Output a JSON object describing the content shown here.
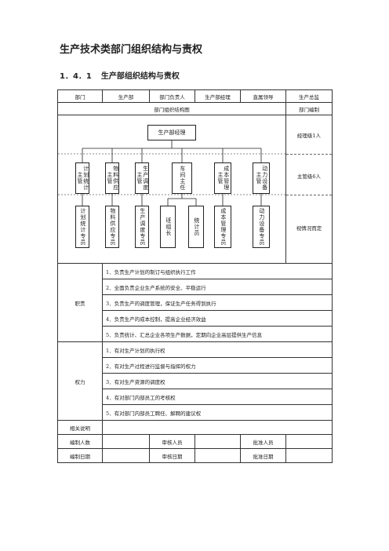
{
  "title": "生产技术类部门组织结构与责权",
  "section": {
    "number": "1．4．1",
    "label": "生产部组织结构与责权"
  },
  "header": {
    "dept_label": "部门",
    "dept_value": "生产部",
    "head_label": "部门负责人",
    "head_value": "生产部经理",
    "lead_label": "直属领导",
    "lead_value": "生产总监"
  },
  "chart_header": {
    "left": "部门组织结构图",
    "right": "部门编制"
  },
  "org": {
    "root": "生产部经理",
    "level2": [
      "计划统计主管",
      "物料供应主管",
      "生产调度主管",
      "车间主任",
      "成本管理主管",
      "动力设备主管"
    ],
    "level3": [
      "计划统计专员",
      "物料供应专员",
      "生产调度专员",
      "班组长",
      "统计员",
      "成本管理专员",
      "动力设备专员"
    ],
    "staffing": [
      "经理级1人",
      "主管级6人",
      "视情况而定"
    ]
  },
  "duties": {
    "label": "职责",
    "items": [
      "1．负责生产计划的制订与组织执行工作",
      "2．全面负责企业生产系统的安全、平稳运行",
      "3．负责生产的调度管理，保证生产任务得到执行",
      "4．负责生产的成本控制，提高企业经济效益",
      "5．负责统计、汇总企业各项生产数据，定期向企业高层提供生产信息"
    ]
  },
  "authority": {
    "label": "权力",
    "items": [
      "1．有对生产计划的执行权",
      "2．有对生产过程进行监督与指挥的权力",
      "3．有对生产资源的调度权",
      "4．有对部门内部员工的考核权",
      "5．有对部门内部员工聘任、解聘的建议权"
    ]
  },
  "footer": {
    "related": "相关说明",
    "prepared_by": "编制人数",
    "reviewer": "审核人员",
    "approver": "批准人员",
    "prepared_date": "编制日期",
    "review_date": "审核日期",
    "approve_date": "批准日期"
  }
}
